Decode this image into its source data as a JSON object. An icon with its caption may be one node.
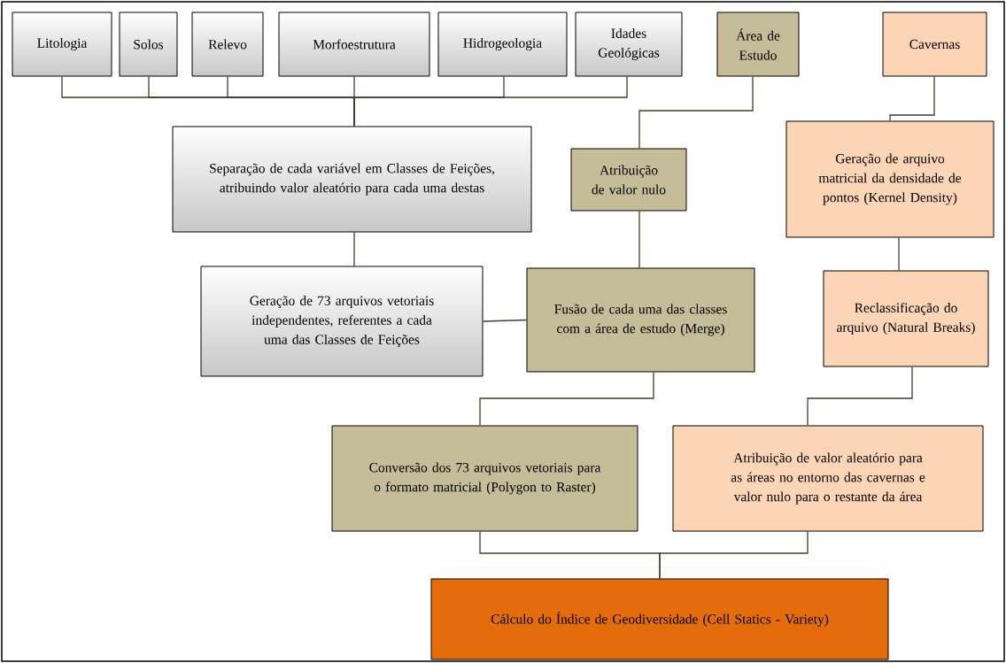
{
  "diagram": {
    "nodes": [
      {
        "text": [
          "Litologia"
        ]
      },
      {
        "text": [
          "Solos"
        ]
      },
      {
        "text": [
          "Relevo"
        ]
      },
      {
        "text": [
          "Morfoestrutura"
        ]
      },
      {
        "text": [
          "Hidrogeologia"
        ]
      },
      {
        "text": [
          "Idades Geológicas"
        ]
      },
      {
        "text": [
          "Área de Estudo"
        ]
      },
      {
        "text": [
          "Cavernas"
        ]
      },
      {
        "text": [
          "Separação de cada variável em Classes de Feições, atribuindo valor aleatório para cada uma destas"
        ]
      },
      {
        "text": [
          "Atribuição de valor nulo"
        ]
      },
      {
        "text": [
          "Geração de arquivo matricial da densidade de pontos (Kernel Density)"
        ]
      },
      {
        "text": [
          "Geração de 73 arquivos vetoriais independentes, referentes a cada uma das Classes de Feições"
        ]
      },
      {
        "text": [
          "Fusão de cada uma das classes com a área de estudo (Merge)"
        ]
      },
      {
        "text": [
          "Reclassificação do arquivo (Natural Breaks)"
        ]
      },
      {
        "text": [
          "Conversão dos 73 arquivos vetoriais para o formato matricial (Polygon to Raster)"
        ]
      },
      {
        "text": [
          "Atribuição de valor aleatório para as áreas no entorno das cavernas e valor nulo para o restante da área"
        ]
      },
      {
        "text": [
          "Cálculo do Índice de Geodiversidade (Cell Statics - Variety)"
        ]
      }
    ],
    "edges": [
      {
        "from": 0,
        "to": 8,
        "arrow": "none"
      },
      {
        "from": 1,
        "to": 8,
        "arrow": "none"
      },
      {
        "from": 2,
        "to": 8,
        "arrow": "none"
      },
      {
        "from": 3,
        "to": 8,
        "arrow": "none"
      },
      {
        "from": 4,
        "to": 8,
        "arrow": "none"
      },
      {
        "from": 5,
        "to": 8,
        "arrow": "none"
      },
      {
        "from": 6,
        "to": 9,
        "arrow": "none"
      },
      {
        "from": 7,
        "to": 10,
        "arrow": "none"
      },
      {
        "from": 8,
        "to": 11,
        "arrow": "none"
      },
      {
        "from": 11,
        "to": 12,
        "arrow": "none"
      },
      {
        "from": 9,
        "to": 12,
        "arrow": "none"
      },
      {
        "from": 10,
        "to": 13,
        "arrow": "none"
      },
      {
        "from": 12,
        "to": 14,
        "arrow": "none"
      },
      {
        "from": 13,
        "to": 15,
        "arrow": "none"
      },
      {
        "from": 14,
        "to": 16,
        "arrow": "none"
      },
      {
        "from": 15,
        "to": 16,
        "arrow": "none"
      }
    ]
  }
}
